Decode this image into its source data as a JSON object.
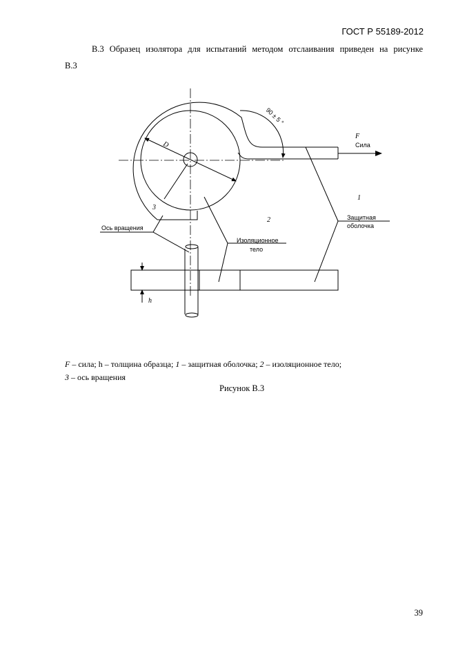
{
  "header": {
    "standard": "ГОСТ Р 55189-2012"
  },
  "paragraph": {
    "line1": "В.3 Образец изолятора для испытаний методом отслаивания приведен на рисунке",
    "line2": "В.3"
  },
  "figure": {
    "angle_label": "90 ± 5 °",
    "diameter_label": "D",
    "force_symbol": "F",
    "force_label": "Сила",
    "label_1": "1",
    "label_2": "2",
    "label_3": "3",
    "protective_sheath_l1": "Защитная",
    "protective_sheath_l2": "оболочка",
    "rotation_axis": "Ось вращения",
    "insulating_body_l1": "Изоляционное",
    "insulating_body_l2": "тело",
    "thickness_symbol": "h"
  },
  "legend": {
    "f_sym": "F",
    "f_text": " –   сила; h – толщина образца; ",
    "one_sym": "1",
    "one_text": " – защитная оболочка; ",
    "two_sym": "2",
    "two_text": " – изоляционное тело;",
    "three_sym": "3",
    "three_text": " –  ось вращения"
  },
  "caption": "Рисунок В.3",
  "page_number": "39"
}
